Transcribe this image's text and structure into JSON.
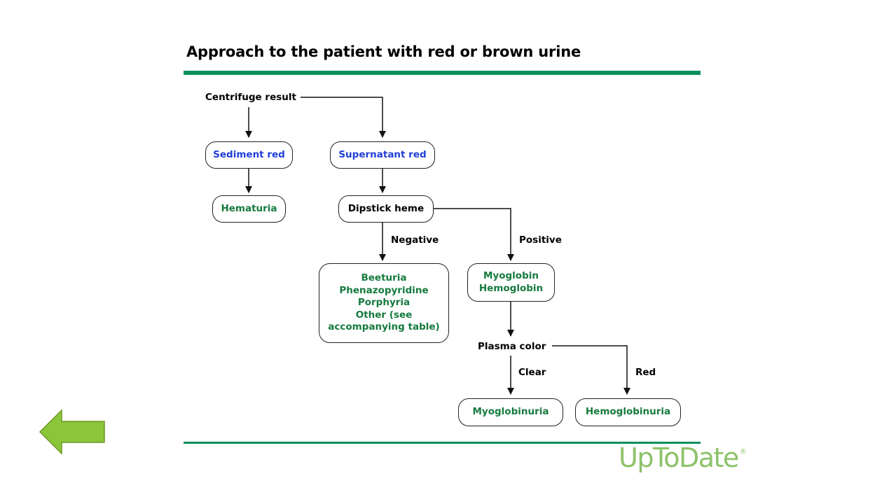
{
  "title": "Approach to the patient with red or brown urine",
  "nodes": {
    "centrifuge_result": "Centrifuge result",
    "sediment_red": "Sediment red",
    "supernatant_red": "Supernatant red",
    "hematuria": "Hematuria",
    "dipstick_heme": "Dipstick heme",
    "negative_causes": [
      "Beeturia",
      "Phenazopyridine",
      "Porphyria",
      "Other (see",
      "accompanying table)"
    ],
    "myoglobin_hemoglobin": [
      "Myoglobin",
      "Hemoglobin"
    ],
    "plasma_color": "Plasma color",
    "myoglobinuria": "Myoglobinuria",
    "hemoglobinuria": "Hemoglobinuria"
  },
  "edge_labels": {
    "negative": "Negative",
    "positive": "Positive",
    "clear": "Clear",
    "red": "Red"
  },
  "colors": {
    "accent_rule": "#0a8f5c",
    "blue_text": "#1f3fd8",
    "green_text": "#157a3e",
    "logo": "#8dc26a",
    "back_arrow_fill": "#8cc43a"
  },
  "logo": {
    "text": "UpToDate",
    "mark": "®"
  },
  "icons": {
    "back": "left-arrow-icon"
  }
}
